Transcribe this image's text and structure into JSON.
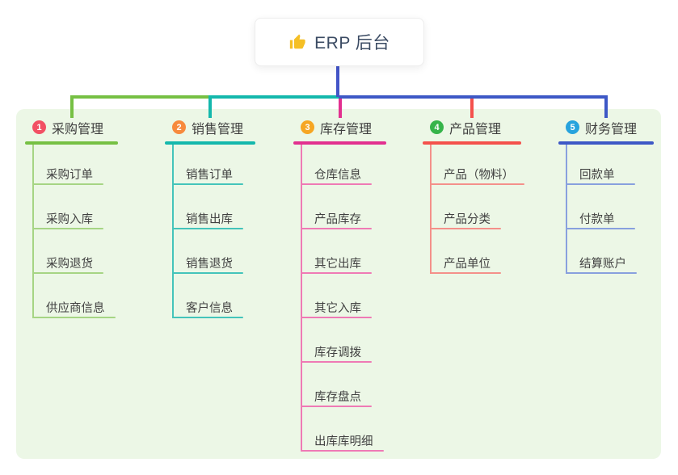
{
  "root": {
    "label": "ERP 后台",
    "icon": "thumbs-up-icon",
    "icon_color": "#f5bf25",
    "text_color": "#3b4b63"
  },
  "canvas": {
    "background": "#ffffff",
    "panel_background": "#ecf7e6"
  },
  "connectors": {
    "stem_color": "#4355c8"
  },
  "branches": [
    {
      "badge": "1",
      "label": "采购管理",
      "badge_color": "#f25064",
      "line_color": "#76c043",
      "child_line_color": "#a6d584",
      "children": [
        "采购订单",
        "采购入库",
        "采购退货",
        "供应商信息"
      ]
    },
    {
      "badge": "2",
      "label": "销售管理",
      "badge_color": "#f78a3d",
      "line_color": "#14b8ac",
      "child_line_color": "#44c4ba",
      "children": [
        "销售订单",
        "销售出库",
        "销售退货",
        "客户信息"
      ]
    },
    {
      "badge": "3",
      "label": "库存管理",
      "badge_color": "#f6a623",
      "line_color": "#e2308f",
      "child_line_color": "#ef7ab5",
      "children": [
        "仓库信息",
        "产品库存",
        "其它出库",
        "其它入库",
        "库存调拨",
        "库存盘点",
        "出库库明细"
      ]
    },
    {
      "badge": "4",
      "label": "产品管理",
      "badge_color": "#36b44a",
      "line_color": "#f4514c",
      "child_line_color": "#f4908a",
      "children": [
        "产品（物料）",
        "产品分类",
        "产品单位"
      ]
    },
    {
      "badge": "5",
      "label": "财务管理",
      "badge_color": "#27a3dd",
      "line_color": "#3d58c6",
      "child_line_color": "#88a0de",
      "children": [
        "回款单",
        "付款单",
        "结算账户"
      ]
    }
  ]
}
